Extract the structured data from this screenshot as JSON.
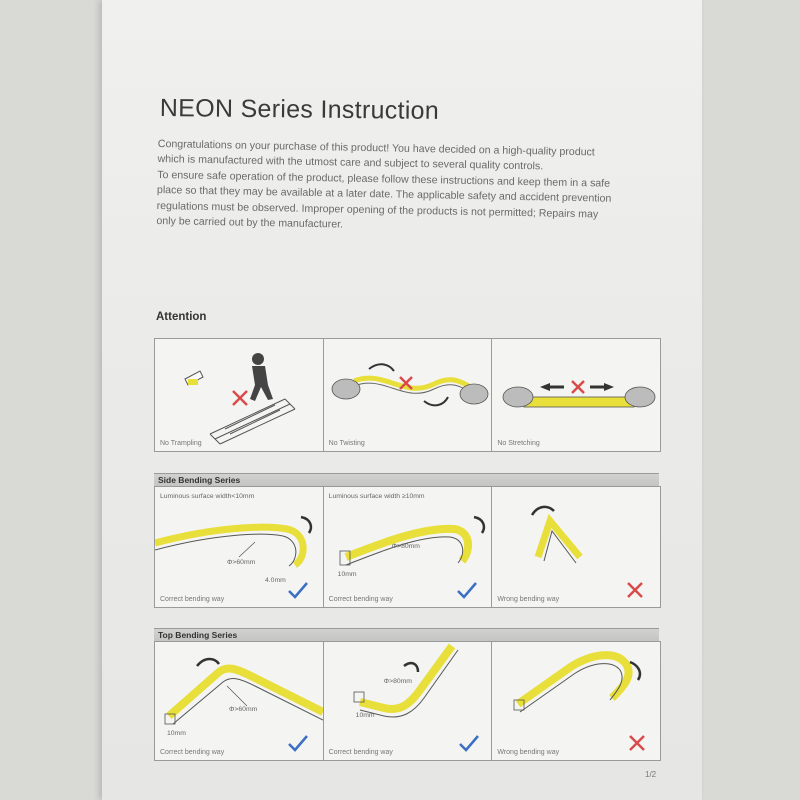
{
  "title": "NEON Series Instruction",
  "intro": [
    "Congratulations on your purchase of this product! You have decided on a high-quality product",
    "which is manufactured with the utmost care and subject to several quality controls.",
    "To ensure safe operation of the product, please follow these instructions and keep them in a safe",
    "place so that they may be available at a later date. The applicable safety and accident prevention",
    "regulations must be observed. Improper opening of the products is not permitted; Repairs may",
    "only be carried out by the manufacturer."
  ],
  "attention": {
    "heading": "Attention",
    "panels": [
      {
        "caption": "No Trampling"
      },
      {
        "caption": "No Twisting"
      },
      {
        "caption": "No Stretching"
      }
    ]
  },
  "side_bending": {
    "heading": "Side Bending Series",
    "panels": [
      {
        "note": "Luminous surface width<10mm",
        "radius": "Φ>60mm",
        "width": "4.0mm",
        "caption": "Correct bending way"
      },
      {
        "note": "Luminous surface width ≥10mm",
        "radius": "Φ>80mm",
        "width": "10mm",
        "caption": "Correct bending way"
      },
      {
        "caption": "Wrong bending way"
      }
    ]
  },
  "top_bending": {
    "heading": "Top Bending Series",
    "panels": [
      {
        "radius": "Φ>60mm",
        "width": "10mm",
        "caption": "Correct bending way"
      },
      {
        "radius": "Φ>80mm",
        "width": "10mm",
        "caption": "Correct bending way"
      },
      {
        "caption": "Wrong bending way"
      }
    ]
  },
  "page_number": "1/2",
  "colors": {
    "strip_yellow": "#e8df3a",
    "check_blue": "#3b6fc4",
    "cross_red": "#d94a4a"
  }
}
